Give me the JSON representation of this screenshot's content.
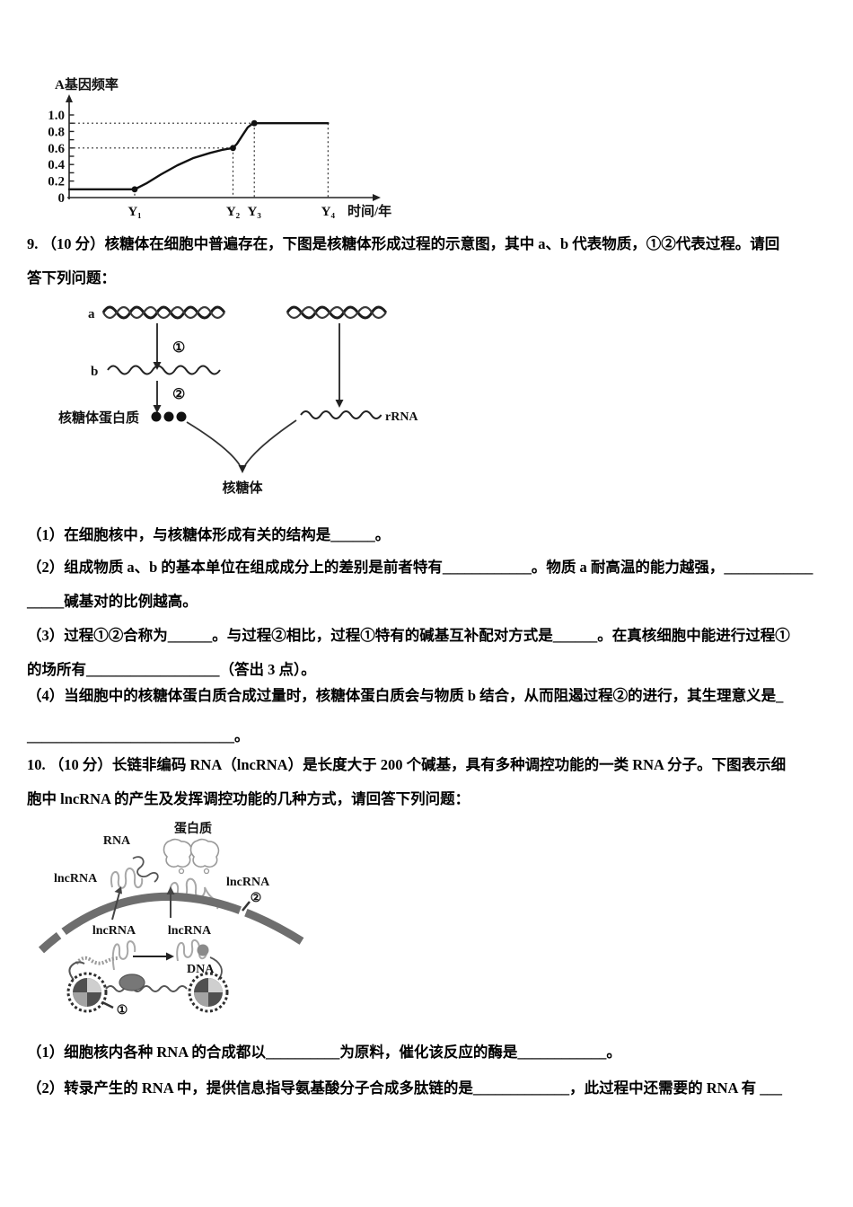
{
  "page": {
    "background": "#ffffff",
    "text_color": "#000000"
  },
  "chart_data": {
    "type": "line",
    "title": "",
    "ylabel": "A基因频率",
    "xlabel": "时间/年",
    "ylim": [
      0,
      1.0
    ],
    "xlim": [
      0,
      9.3
    ],
    "grid": false,
    "legend": null,
    "yticks": [
      0,
      0.2,
      0.4,
      0.6,
      0.8,
      1.0
    ],
    "ytick_labels": [
      "0",
      "0.2",
      "0.4",
      "0.6",
      "0.8",
      "1.0"
    ],
    "minor_ytick_step": 0.1,
    "xtick_labels": [
      "Y₁",
      "Y₂",
      "Y₃",
      "Y₄"
    ],
    "xtick_positions": [
      2.0,
      5.0,
      5.65,
      7.9
    ],
    "series": [
      {
        "name": "A基因频率",
        "points": [
          [
            0,
            0.1
          ],
          [
            2.0,
            0.1
          ],
          [
            2.35,
            0.17
          ],
          [
            2.8,
            0.28
          ],
          [
            3.3,
            0.39
          ],
          [
            3.8,
            0.48
          ],
          [
            4.3,
            0.54
          ],
          [
            4.7,
            0.58
          ],
          [
            5.0,
            0.6
          ],
          [
            5.12,
            0.65
          ],
          [
            5.3,
            0.76
          ],
          [
            5.45,
            0.85
          ],
          [
            5.58,
            0.89
          ],
          [
            5.65,
            0.9
          ],
          [
            7.9,
            0.9
          ]
        ]
      }
    ],
    "markers": [
      [
        2.0,
        0.1
      ],
      [
        5.0,
        0.6
      ],
      [
        5.65,
        0.9
      ]
    ],
    "guides": {
      "h": [
        [
          0.6,
          5.0
        ],
        [
          0.9,
          5.65
        ]
      ],
      "v": [
        [
          2.0,
          0.1
        ],
        [
          5.0,
          0.6
        ],
        [
          5.65,
          0.9
        ],
        [
          7.9,
          0.9
        ]
      ]
    }
  },
  "q9": {
    "stem_lines": [
      "9. （10 分）核糖体在细胞中普遍存在，下图是核糖体形成过程的示意图，其中 a、b 代表物质，①②代表过程。请回",
      "答下列问题："
    ],
    "diagram": {
      "label_a": "a",
      "label_b": "b",
      "process_1": "①",
      "process_2": "②",
      "ribosomal_protein": "核糖体蛋白质",
      "rrna": "rRNA",
      "ribosome": "核糖体"
    },
    "items": [
      {
        "lines": [
          "（1）在细胞核中，与核糖体形成有关的结构是______。"
        ]
      },
      {
        "lines": [
          "（2）组成物质 a、b 的基本单位在组成成分上的差别是前者特有____________。物质 a 耐高温的能力越强，____________",
          "_____碱基对的比例越高。"
        ]
      },
      {
        "lines": [
          "（3）过程①②合称为______。与过程②相比，过程①特有的碱基互补配对方式是______。在真核细胞中能进行过程①",
          "的场所有__________________（答出 3 点）。"
        ]
      },
      {
        "lines": [
          "（4）当细胞中的核糖体蛋白质合成过量时，核糖体蛋白质会与物质 b 结合，从而阻遏过程②的进行，其生理意义是_",
          "____________________________。"
        ]
      }
    ]
  },
  "q10": {
    "stem_lines": [
      "10. （10 分）长链非编码 RNA（lncRNA）是长度大于 200 个碱基，具有多种调控功能的一类 RNA 分子。下图表示细",
      "胞中 lncRNA 的产生及发挥调控功能的几种方式，请回答下列问题："
    ],
    "diagram": {
      "rna": "RNA",
      "protein": "蛋白质",
      "lncrna_out_left": "lncRNA",
      "lncrna_out_right": "lncRNA",
      "lncrna_in_left": "lncRNA",
      "lncrna_in_right": "lncRNA",
      "dna": "DNA",
      "mark_1": "①",
      "mark_2": "②"
    },
    "items": [
      {
        "lines": [
          "（1）细胞核内各种 RNA 的合成都以__________为原料，催化该反应的酶是____________。"
        ]
      },
      {
        "lines": [
          "（2）转录产生的 RNA 中，提供信息指导氨基酸分子合成多肽链的是_____________，此过程中还需要的 RNA 有 ___"
        ]
      }
    ]
  }
}
